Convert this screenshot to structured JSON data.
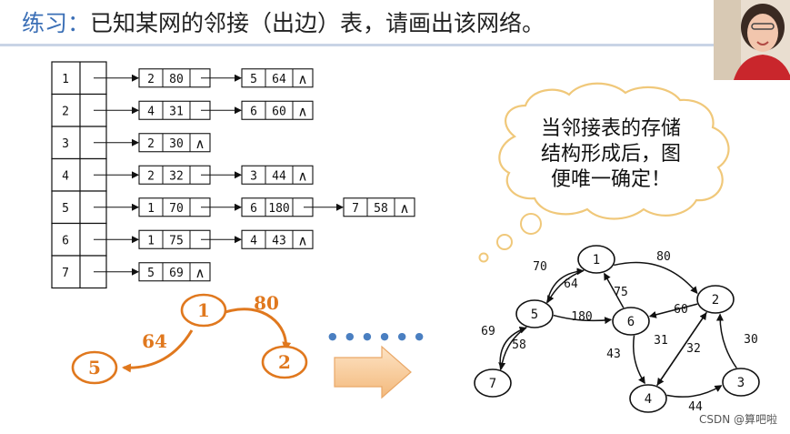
{
  "title": {
    "prefix": "练习：",
    "text": "已知某网的邻接（出边）表，请画出该网络。"
  },
  "adjacency_list": [
    {
      "vertex": "1",
      "edges": [
        {
          "to": "2",
          "w": "80"
        },
        {
          "to": "5",
          "w": "64"
        }
      ]
    },
    {
      "vertex": "2",
      "edges": [
        {
          "to": "4",
          "w": "31"
        },
        {
          "to": "6",
          "w": "60"
        }
      ]
    },
    {
      "vertex": "3",
      "edges": [
        {
          "to": "2",
          "w": "30"
        }
      ]
    },
    {
      "vertex": "4",
      "edges": [
        {
          "to": "2",
          "w": "32"
        },
        {
          "to": "3",
          "w": "44"
        }
      ]
    },
    {
      "vertex": "5",
      "edges": [
        {
          "to": "1",
          "w": "70"
        },
        {
          "to": "6",
          "w": "180"
        },
        {
          "to": "7",
          "w": "58"
        }
      ]
    },
    {
      "vertex": "6",
      "edges": [
        {
          "to": "1",
          "w": "75"
        },
        {
          "to": "4",
          "w": "43"
        }
      ]
    },
    {
      "vertex": "7",
      "edges": [
        {
          "to": "5",
          "w": "69"
        }
      ]
    }
  ],
  "null_symbol": "∧",
  "bubble": {
    "lines": [
      "当邻接表的存储",
      "结构形成后，图",
      "便唯一确定！"
    ]
  },
  "sketch": {
    "nodes": [
      {
        "id": "1",
        "label": "1"
      },
      {
        "id": "5",
        "label": "5"
      },
      {
        "id": "2",
        "label": "2"
      }
    ],
    "edges": [
      {
        "from": "1",
        "to": "2",
        "label": "80"
      },
      {
        "from": "1",
        "to": "5",
        "label": "64"
      }
    ]
  },
  "dots": "● ● ● ● ● ●",
  "graph": {
    "nodes": [
      "1",
      "2",
      "3",
      "4",
      "5",
      "6",
      "7"
    ],
    "edges": [
      {
        "from": "1",
        "to": "2",
        "w": "80"
      },
      {
        "from": "1",
        "to": "5",
        "w": "64"
      },
      {
        "from": "5",
        "to": "1",
        "w": "70"
      },
      {
        "from": "6",
        "to": "1",
        "w": "75"
      },
      {
        "from": "5",
        "to": "6",
        "w": "180"
      },
      {
        "from": "2",
        "to": "6",
        "w": "60"
      },
      {
        "from": "2",
        "to": "4",
        "w": "31"
      },
      {
        "from": "4",
        "to": "2",
        "w": "32"
      },
      {
        "from": "3",
        "to": "2",
        "w": "30"
      },
      {
        "from": "4",
        "to": "3",
        "w": "44"
      },
      {
        "from": "6",
        "to": "4",
        "w": "43"
      },
      {
        "from": "7",
        "to": "5",
        "w": "69"
      },
      {
        "from": "5",
        "to": "7",
        "w": "58"
      }
    ]
  },
  "watermark": "CSDN @算吧啦",
  "colors": {
    "accent": "#3b6fb6",
    "orange": "#e0781e",
    "bubble_border": "#f0c87a",
    "dot": "#4a7fc1"
  }
}
